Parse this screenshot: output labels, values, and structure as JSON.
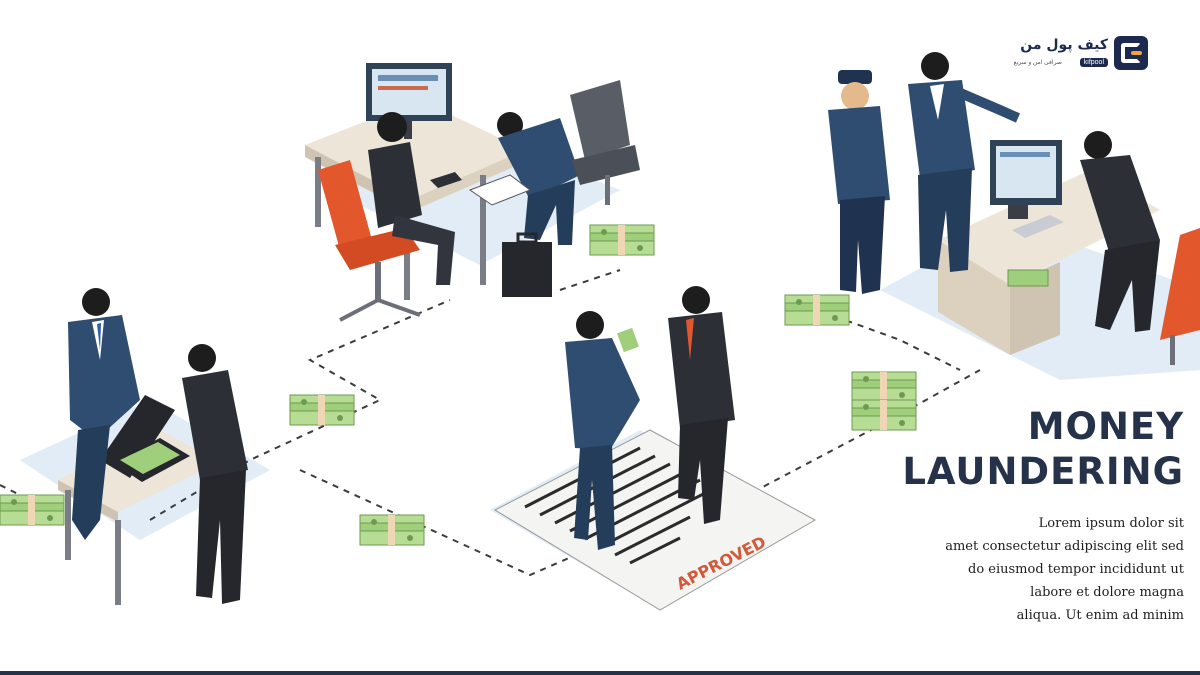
{
  "brand": {
    "name": "کیف پول من",
    "tag": "kifpool",
    "subtitle": "صرافی امن و سریع",
    "icon": "wallet-logo-icon",
    "colors": {
      "primary": "#1d2a4f",
      "accent": "#f2a23a"
    }
  },
  "headline": {
    "line1": "MONEY",
    "line2": "LAUNDERING"
  },
  "body_lines": [
    "Lorem ipsum dolor sit",
    "amet consectetur adipiscing elit sed",
    "do eiusmod tempor incididunt ut",
    "labore et dolore magna",
    "aliqua. Ut enim ad minim"
  ],
  "document_stamp": "APPROVED",
  "colors": {
    "suit_navy": "#2e4d70",
    "suit_dark": "#2c2f36",
    "desk_top": "#ede5d8",
    "chair_orange": "#e2572c",
    "cash_green": "#9fcf7a",
    "floor_blue": "#dce8f4",
    "heading": "#26324a"
  }
}
